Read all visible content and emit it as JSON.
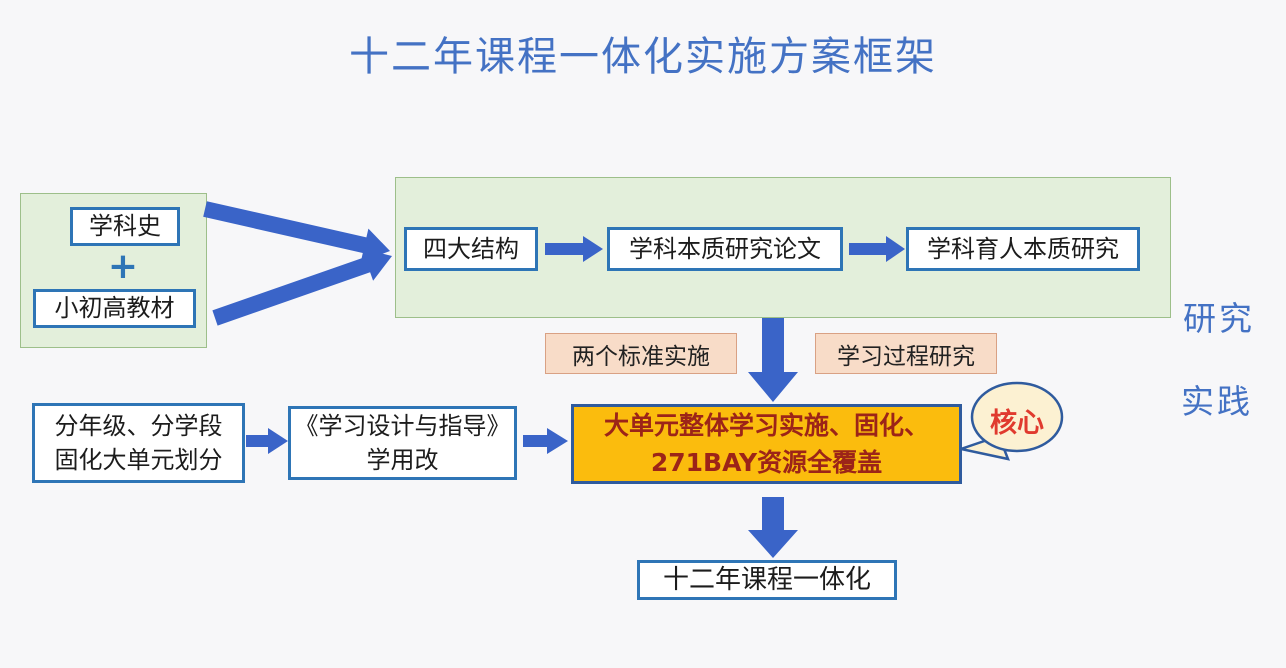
{
  "title": "十二年课程一体化实施方案框架",
  "left_group": {
    "subject_history": "学科史",
    "plus": "+",
    "textbooks": "小初高教材"
  },
  "research_band": {
    "four_structures": "四大结构",
    "essence_papers": "学科本质研究论文",
    "educating_essence": "学科育人本质研究"
  },
  "side_labels": {
    "research": "研究",
    "practice": "实践"
  },
  "middle_tags": {
    "two_standards": "两个标准实施",
    "learning_process": "学习过程研究"
  },
  "practice_band": {
    "grading": {
      "line1": "分年级、分学段",
      "line2": "固化大单元划分"
    },
    "guide": {
      "line1": "《学习设计与指导》",
      "line2": "学用改"
    },
    "core": {
      "line1": "大单元整体学习实施、固化、",
      "line2": "271BAY资源全覆盖"
    }
  },
  "callout": {
    "label": "核心"
  },
  "result": {
    "label": "十二年课程一体化"
  },
  "colors": {
    "bg": "#F7F7F9",
    "title_blue": "#4472C4",
    "accent_blue": "#2E75B6",
    "arrow_blue": "#3A64C8",
    "green_fill": "#E3EFDB",
    "green_border": "#9DBF8A",
    "peach_fill": "#F8DCC8",
    "peach_border": "#D9A184",
    "orange_fill": "#FBBC0D",
    "orange_text": "#9C2418",
    "callout_fill": "#FCF1D2",
    "callout_border": "#2F5B9E",
    "red_text": "#E03A2E"
  }
}
